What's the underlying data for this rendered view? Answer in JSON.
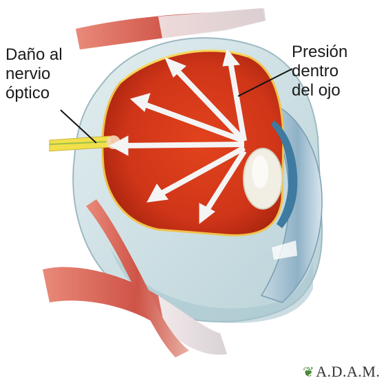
{
  "labels": {
    "optic_nerve_damage": [
      "Daño al",
      "nervio",
      "óptico"
    ],
    "intraocular_pressure": [
      "Presión",
      "dentro",
      "del ojo"
    ]
  },
  "logo": {
    "icon": "leaf-icon",
    "text": "A.D.A.M."
  },
  "colors": {
    "eye_interior": "#d63a1c",
    "sclera": "#cfe3e8",
    "muscle": "#d9655a",
    "nerve": "#f2e04a",
    "arrow": "#f4f4f4"
  }
}
